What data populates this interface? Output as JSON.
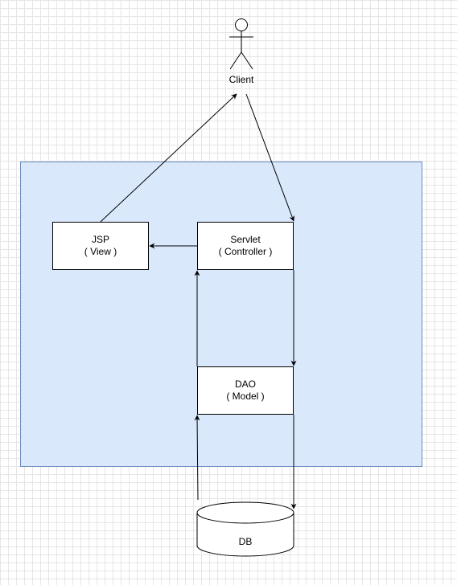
{
  "diagram": {
    "client": {
      "label": "Client"
    },
    "jsp": {
      "title": "JSP",
      "subtitle": "( View )"
    },
    "servlet": {
      "title": "Servlet",
      "subtitle": "( Controller )"
    },
    "dao": {
      "title": "DAO",
      "subtitle": "( Model )"
    },
    "db": {
      "label": "DB"
    }
  },
  "colors": {
    "region_fill": "#dae8fc",
    "region_border": "#6c8ebf",
    "stroke": "#000000",
    "grid": "#e6e6e6"
  }
}
